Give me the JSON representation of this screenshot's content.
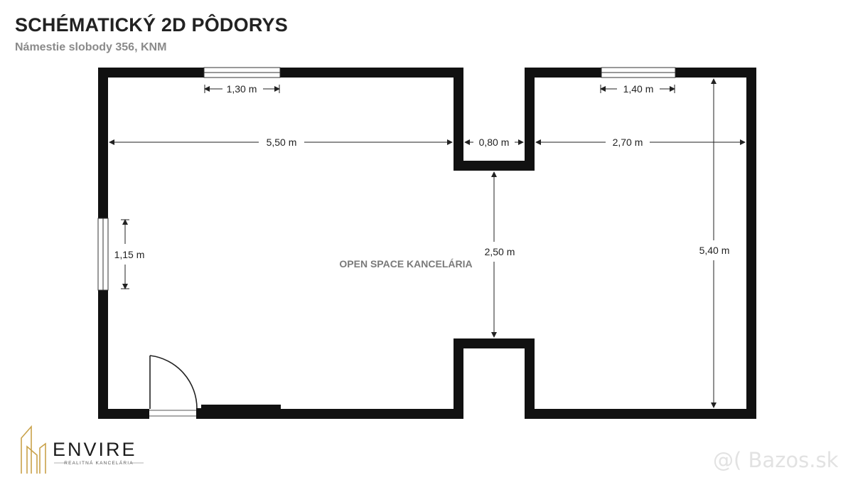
{
  "header": {
    "title": "SCHÉMATICKÝ 2D PÔDORYS",
    "subtitle": "Námestie slobody 356, KNM"
  },
  "room": {
    "label": "OPEN SPACE KANCELÁRIA"
  },
  "dimensions": {
    "window_top_left": "1,30 m",
    "window_top_right": "1,40 m",
    "width_left": "5,50 m",
    "gap_width": "0,80 m",
    "width_right": "2,70 m",
    "window_left": "1,15 m",
    "gap_depth": "2,50 m",
    "depth_right": "5,40 m"
  },
  "logo": {
    "name": "ENVIRE",
    "tagline": "REALITNÁ KANCELÁRIA",
    "colors": {
      "accent": "#c9a24a",
      "text": "#1c1c1c"
    }
  },
  "watermark": {
    "text": "@( Bazos.sk"
  },
  "colors": {
    "wall": "#111111",
    "window_fill": "#ffffff",
    "dimension": "#222222"
  }
}
